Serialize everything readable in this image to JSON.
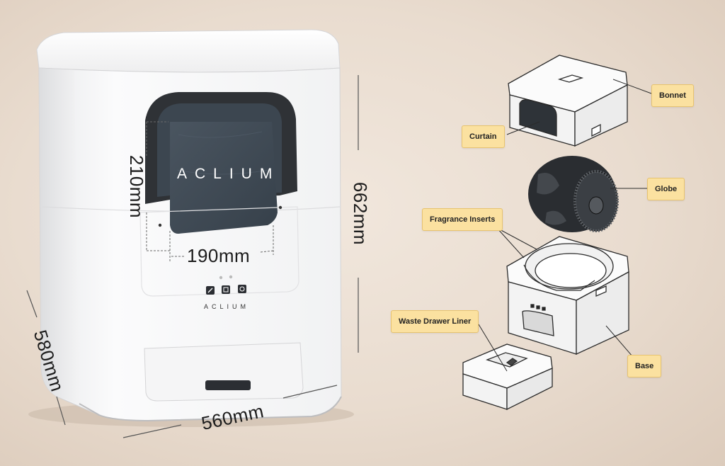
{
  "dimensions": {
    "opening_height": "210mm",
    "opening_width": "190mm",
    "height": "662mm",
    "depth": "580mm",
    "width": "560mm"
  },
  "brand": {
    "curtain_logo": "ACLIUM",
    "panel_logo": "ACLIUM"
  },
  "parts": {
    "bonnet": "Bonnet",
    "curtain": "Curtain",
    "globe": "Globe",
    "fragrance_inserts": "Fragrance Inserts",
    "waste_drawer_liner": "Waste Drawer Liner",
    "base": "Base"
  },
  "colors": {
    "callout_fill": "#fbe1a0",
    "callout_border": "#e7c370",
    "curtain": "#3f4a55",
    "frame": "#2f3236",
    "body": "#f7f7f8"
  }
}
